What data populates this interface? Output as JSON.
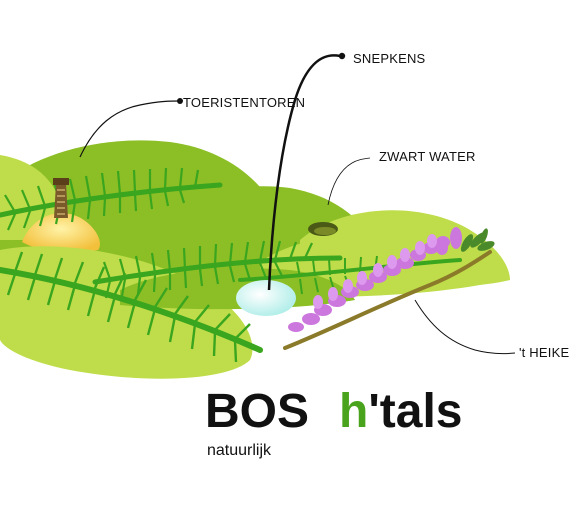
{
  "labels": {
    "toeristentoren": "TOERISTENTOREN",
    "snepkens": "SNEPKENS",
    "zwart_water": "ZWART WATER",
    "heike": "'t HEIKE"
  },
  "brand": {
    "word1": "BOS",
    "letter_h": "h",
    "word2": "'tals",
    "tagline": "natuurlijk"
  },
  "colors": {
    "hill_dark": "#8cbf26",
    "hill_light": "#bfdd4a",
    "fern": "#3aa51e",
    "heather": "#cc77dd",
    "water": "#c8f2ee",
    "sand": "#f3c03c",
    "brand_accent": "#4aa31c"
  }
}
